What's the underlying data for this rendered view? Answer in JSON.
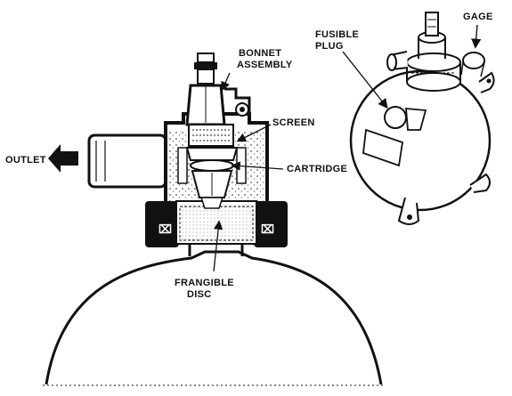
{
  "labels": {
    "bonnet_line1": "BONNET",
    "bonnet_line2": "ASSEMBLY",
    "screen": "SCREEN",
    "cartridge": "CARTRIDGE",
    "outlet": "OUTLET",
    "frangible_line1": "FRANGIBLE",
    "frangible_line2": "DISC",
    "fusible_line1": "FUSIBLE",
    "fusible_line2": "PLUG",
    "gage": "GAGE"
  },
  "colors": {
    "ink": "#111111",
    "paper": "#ffffff",
    "stipple": "#555555"
  }
}
